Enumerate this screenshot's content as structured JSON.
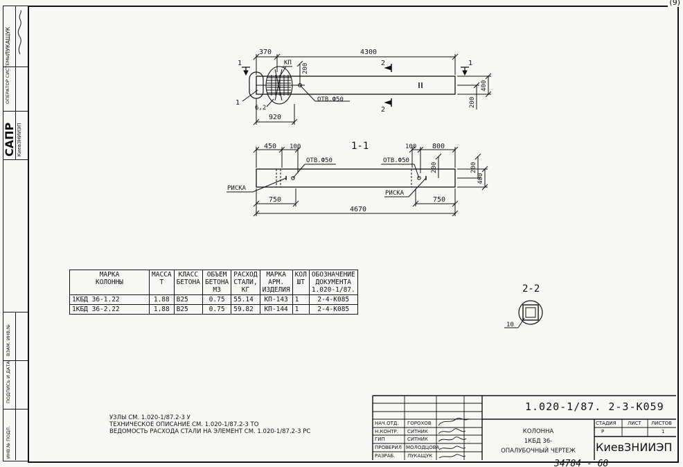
{
  "sheet": {
    "page_number": "(9)",
    "handwritten_bottom": "34784 - 68"
  },
  "side_strip": {
    "surname": "ЛУКАЩУК",
    "operator": "ОПЕРАТОР СИСТЕМЫ",
    "sapr": "САПР",
    "org_small": "КиевЗНИИЭП",
    "inv_vzam": "ВЗАМ. ИНВ.№",
    "podpis": "ПОДПИСЬ И ДАТА",
    "inv_podl": "ИНВ.№ ПОДЛ."
  },
  "plan_view": {
    "dim_370": "370",
    "dim_4300": "4300",
    "dim_200_v": "200",
    "dim_400": "400",
    "dim_200_r": "200",
    "dim_920": "920",
    "dim_6_2": "6,2",
    "kp": "КП",
    "otv": "ОТВ.Ф50",
    "cut1": "1",
    "cut2": "2",
    "leader1": "1"
  },
  "section_1_1": {
    "title": "1-1",
    "dim_450": "450",
    "dim_100a": "100",
    "dim_100b": "100",
    "dim_800": "800",
    "dim_200a": "200",
    "dim_200b": "200",
    "dim_400": "400",
    "dim_750a": "750",
    "dim_750b": "750",
    "dim_4670": "4670",
    "otv_left": "ОТВ.Ф50",
    "otv_right": "ОТВ.Ф50",
    "riska_left": "РИСКА",
    "riska_right": "РИСКА"
  },
  "section_2_2": {
    "title": "2-2",
    "leader": "10"
  },
  "spec_table": {
    "headers": [
      [
        "МАРКА",
        "КОЛОННЫ"
      ],
      [
        "МАССА",
        "Т"
      ],
      [
        "КЛАСС",
        "БЕТОНА"
      ],
      [
        "ОБЪЕМ",
        "БЕТОНА",
        "М3"
      ],
      [
        "РАСХОД",
        "СТАЛИ,",
        "КГ"
      ],
      [
        "МАРКА",
        "АРМ.",
        "ИЗДЕЛИЯ"
      ],
      [
        "КОЛ",
        "ШТ"
      ],
      [
        "ОБОЗНАЧЕНИЕ",
        "ДОКУМЕНТА",
        "1.020-1/87."
      ]
    ],
    "rows": [
      [
        "1КБД 36-1.22",
        "1.88",
        "B25",
        "0.75",
        "55.14",
        "КП-143",
        "1",
        "2-4-К085"
      ],
      [
        "1КБД 36-2.22",
        "1.88",
        "B25",
        "0.75",
        "59.82",
        "КП-144",
        "1",
        "2-4-К085"
      ]
    ]
  },
  "notes": [
    "УЗЛЫ СМ. 1.020-1/87.2-3 У",
    "ТЕХНИЧЕСКОЕ ОПИСАНИЕ СМ. 1.020-1/87.2-3 ТО",
    "ВЕДОМОСТЬ РАСХОДА СТАЛИ НА ЭЛЕМЕНТ СМ. 1.020-1/87.2-3 РС"
  ],
  "title_block": {
    "designation": "1.020-1/87. 2-3-К059",
    "roles": [
      "НАЧ.ОТД.",
      "Н.КОНТР.",
      "ГИП",
      "ПРОВЕРИЛ",
      "РАЗРАБ."
    ],
    "names": [
      "ГОРОХОВ",
      "СИТНИК",
      "СИТНИК",
      "МОЛОДЦОВА",
      "ЛУКАЩУК"
    ],
    "name_line1": "КОЛОННА",
    "name_line2": "1КБД 36-",
    "name_line3": "ОПАЛУБОЧНЫЙ ЧЕРТЕЖ",
    "stadia_label": "СТАДИЯ",
    "list_label": "ЛИСТ",
    "listov_label": "ЛИСТОВ",
    "stadia_value": "Р",
    "list_value": "",
    "listov_value": "1",
    "org": "КиевЗНИИЭП"
  }
}
